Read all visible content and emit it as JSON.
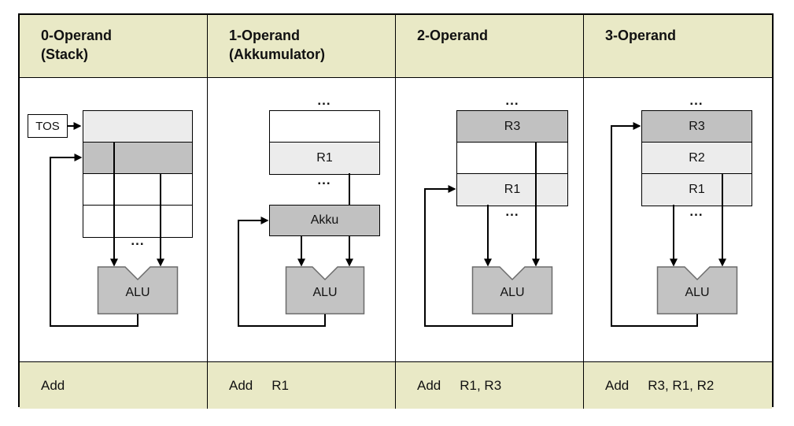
{
  "figure": {
    "description": "Comparison of 0-, 1-, 2- and 3-operand CPU architectures"
  },
  "colors": {
    "band_background": "#e9e9c6",
    "register_light": "#ececec",
    "register_medium": "#c1c1c1",
    "alu_fill": "#c3c3c3",
    "alu_border": "#6b6b6b",
    "line": "#000000"
  },
  "symbols": {
    "ellipsis": "..."
  },
  "columns": [
    {
      "header_line1": "0-Operand",
      "header_line2": "(Stack)",
      "tos_label": "TOS",
      "alu_label": "ALU",
      "registers": [
        "",
        "",
        "",
        ""
      ],
      "instruction": {
        "mnemonic": "Add",
        "operands": ""
      }
    },
    {
      "header_line1": "1-Operand",
      "header_line2": "(Akkumulator)",
      "akku_label": "Akku",
      "alu_label": "ALU",
      "registers": [
        "",
        "R1"
      ],
      "instruction": {
        "mnemonic": "Add",
        "operands": "R1"
      }
    },
    {
      "header_line1": "2-Operand",
      "header_line2": "",
      "alu_label": "ALU",
      "registers": [
        "R3",
        "",
        "R1"
      ],
      "instruction": {
        "mnemonic": "Add",
        "operands": "R1, R3"
      }
    },
    {
      "header_line1": "3-Operand",
      "header_line2": "",
      "alu_label": "ALU",
      "registers": [
        "R3",
        "R2",
        "R1"
      ],
      "instruction": {
        "mnemonic": "Add",
        "operands": "R3, R1, R2"
      }
    }
  ]
}
